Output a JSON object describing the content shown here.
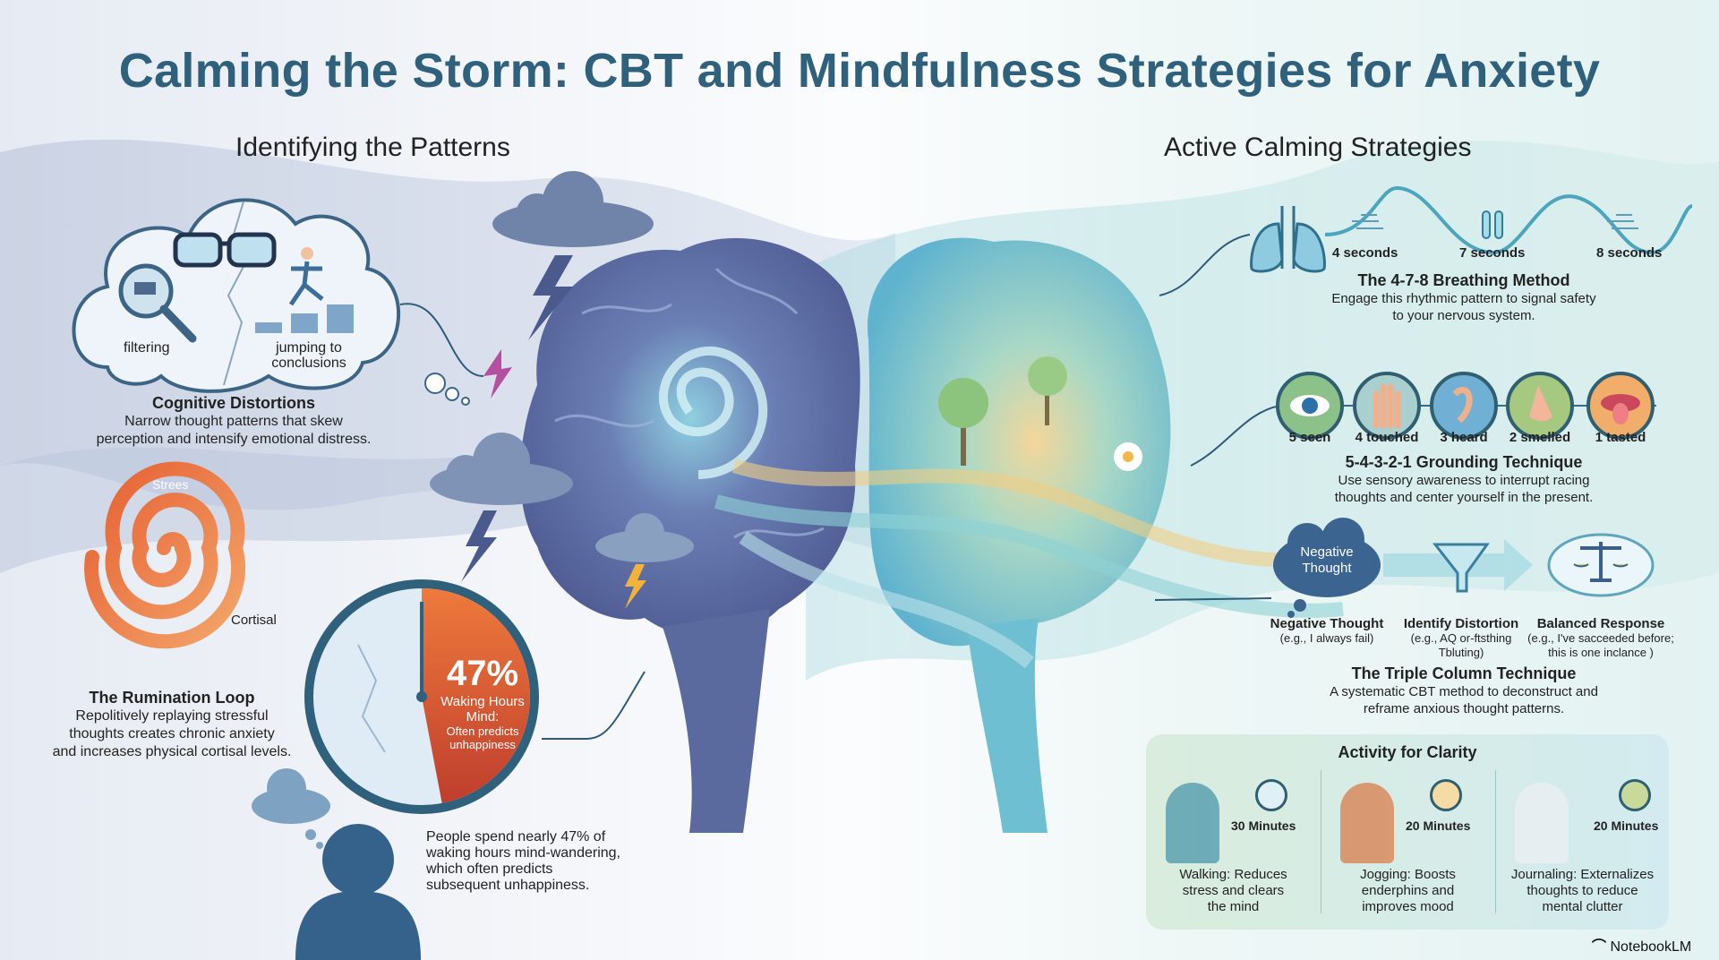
{
  "title": "Calming the Storm: CBT and Mindfulness Strategies for Anxiety",
  "left": {
    "heading": "Identifying the Patterns",
    "distortions": {
      "labels": [
        "filtering",
        "jumping to conclusions"
      ],
      "title": "Cognitive Distortions",
      "desc": [
        "Narrow thought patterns that skew",
        "perception and intensify emotional distress."
      ]
    },
    "rumination": {
      "labels": [
        "Strees",
        "Cortisal"
      ],
      "title": "The Rumination Loop",
      "desc": [
        "Repolitively replaying stressful",
        "thoughts creates chronic anxiety",
        "and increases physical cortisal levels."
      ]
    },
    "mind_wandering": {
      "percent_text": "47%",
      "percent": 47,
      "clock_lines": [
        "Waking Hours",
        "Mind:",
        "Often predicts",
        "unhappiness"
      ],
      "desc": [
        "People spend nearly 47% of",
        "waking hours mind-wandering,",
        "which often predicts",
        "subsequent unhappiness."
      ]
    }
  },
  "right": {
    "heading": "Active Calming Strategies",
    "breathing": {
      "steps": [
        "4 seconds",
        "7 seconds",
        "8 seconds"
      ],
      "title": "The 4-7-8 Breathing Method",
      "desc": [
        "Engage this rhythmic pattern to signal safety",
        "to your nervous system."
      ]
    },
    "grounding": {
      "senses": [
        "5 seen",
        "4 touched",
        "3 heard",
        "2 smelled",
        "1 tasted"
      ],
      "title": "5-4-3-2-1 Grounding Technique",
      "desc": [
        "Use sensory awareness to interrupt racing",
        "thoughts and center yourself in the present."
      ]
    },
    "triple": {
      "cloud_text": [
        "Negative",
        "Thought"
      ],
      "columns": [
        {
          "title": "Negative Thought",
          "sub": [
            "(e.g., I always fail)"
          ]
        },
        {
          "title": "Identify Distortion",
          "sub": [
            "(e.g., AQ or-ftsthing",
            "Tbluting)"
          ]
        },
        {
          "title": "Balanced Response",
          "sub": [
            "(e.g., I've sacceeded before;",
            "this is one inclance )"
          ]
        }
      ],
      "title": "The Triple Column Technique",
      "desc": [
        "A systematic CBT method to deconstruct and",
        "reframe anxious thought patterns."
      ]
    },
    "activity": {
      "title": "Activity for Clarity",
      "items": [
        {
          "duration": "30 Minutes",
          "desc": [
            "Walking: Reduces",
            "stress and clears",
            "the mind"
          ]
        },
        {
          "duration": "20 Minutes",
          "desc": [
            "Jogging: Boosts",
            "enderphins and",
            "improves mood"
          ]
        },
        {
          "duration": "20 Minutes",
          "desc": [
            "Journaling: Externalizes",
            "thoughts to reduce",
            "mental clutter"
          ]
        }
      ]
    }
  },
  "brand": "NotebookLM",
  "colors": {
    "title": "#2f607c",
    "orange": "#e8703a",
    "storm": "#55659a",
    "calm": "#7cc4c9"
  }
}
